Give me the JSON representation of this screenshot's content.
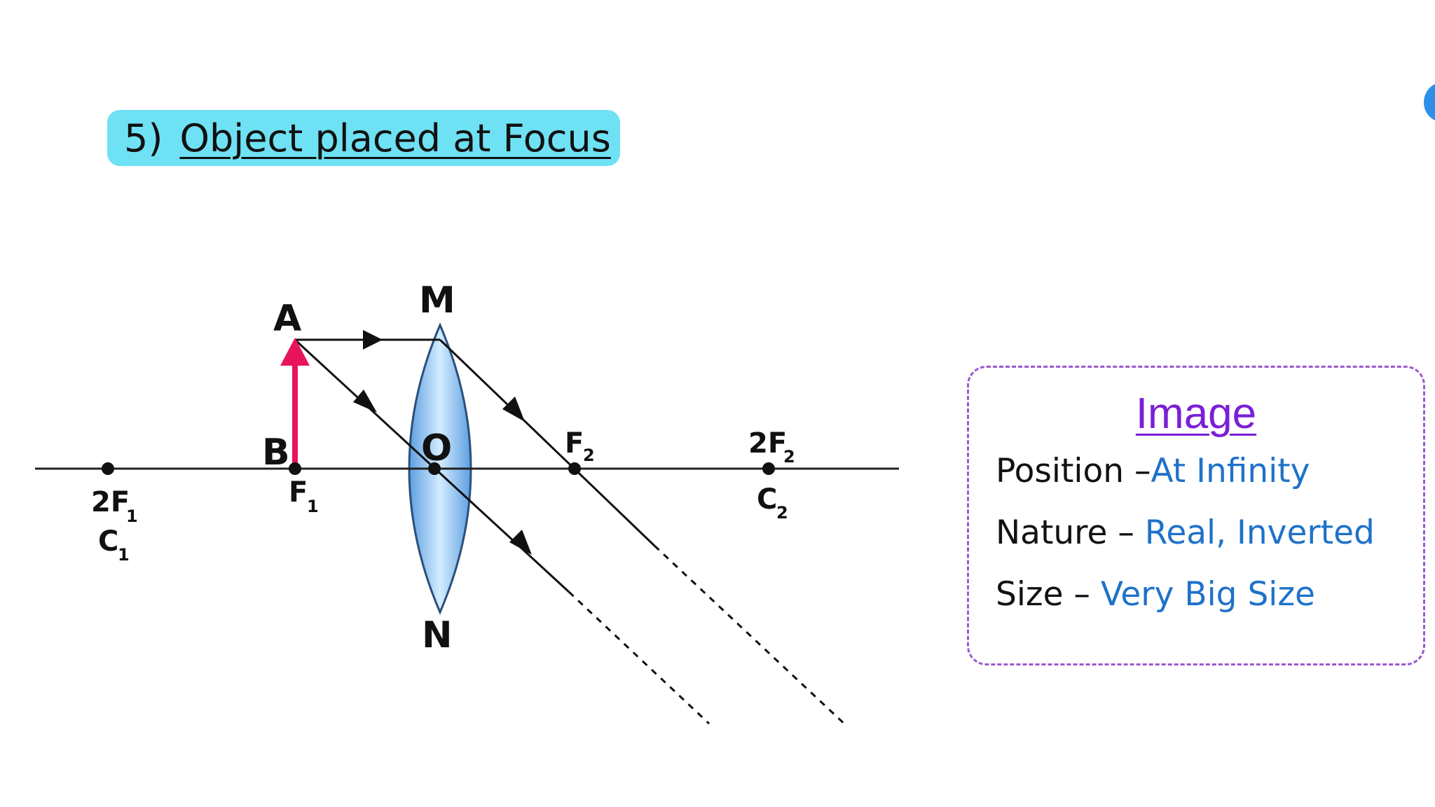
{
  "heading": {
    "number": "5)",
    "title": "Object placed at Focus"
  },
  "diagram_labels": {
    "A": "A",
    "B": "B",
    "M": "M",
    "N": "N",
    "O": "O",
    "F1": "F",
    "F1_sub": "1",
    "F2": "F",
    "F2_sub": "2",
    "twoF1": "2F",
    "twoF1_sub": "1",
    "C1": "C",
    "C1_sub": "1",
    "twoF2": "2F",
    "twoF2_sub": "2",
    "C2": "C",
    "C2_sub": "2"
  },
  "image_info": {
    "title": "Image",
    "rows": [
      {
        "label": "Position",
        "sep": " –",
        "value": "At Infinity"
      },
      {
        "label": "Nature",
        "sep": " – ",
        "value": "Real, Inverted"
      },
      {
        "label": "Size",
        "sep": " – ",
        "value": "Very Big Size"
      }
    ]
  },
  "colors": {
    "title_bg": "#6fe1f4",
    "object_arrow": "#e8145a",
    "lens": "#7db8ee",
    "box_border": "#9b59d0",
    "value_text": "#1e72c9",
    "info_title": "#7a1fd6"
  }
}
